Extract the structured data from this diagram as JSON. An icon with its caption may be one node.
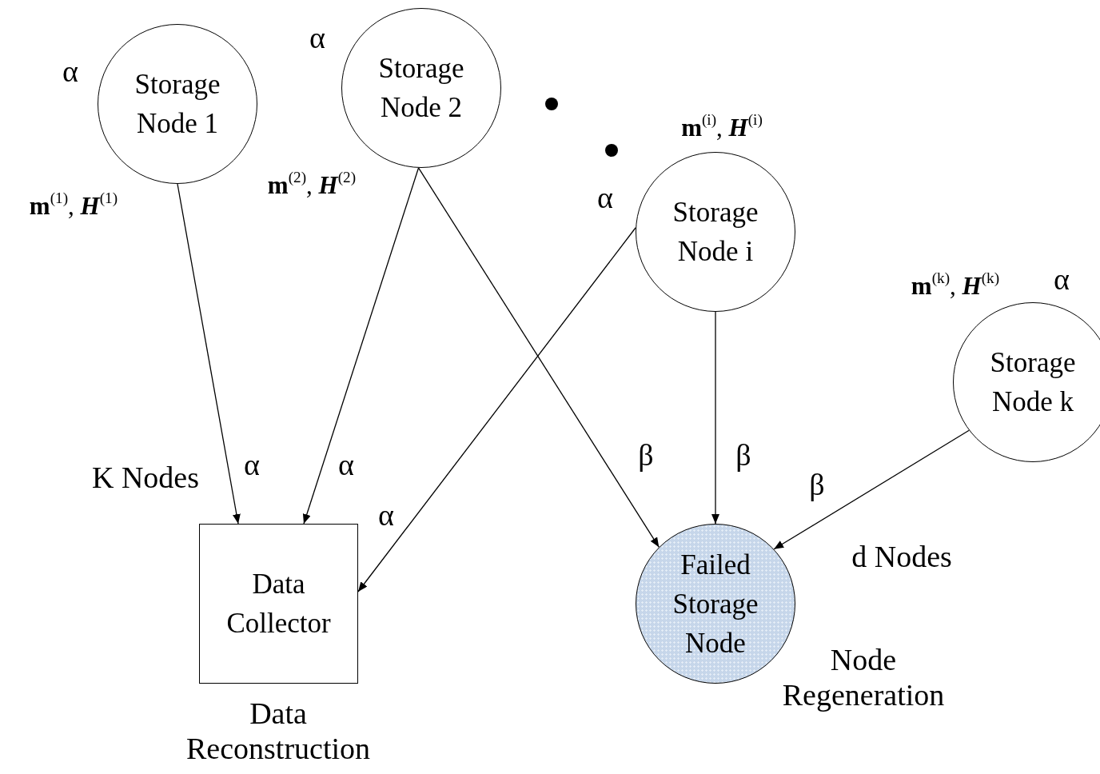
{
  "diagram": {
    "nodes": [
      {
        "text": [
          "Storage Node 1"
        ],
        "beside": [
          "α",
          "**m**$^{(1)}$, *H*$^{(1)}$"
        ]
      },
      {
        "text": [
          "Storage Node 2"
        ],
        "beside": [
          "α",
          "**m**$^{(2)}$, *H*$^{(2)}$"
        ]
      },
      {
        "text": [
          "Storage Node i"
        ],
        "beside": [
          "**m**$^{(i)}$, *H*$^{(i)}$",
          "α"
        ]
      },
      {
        "text": [
          "Storage Node k"
        ],
        "beside": [
          "**m**$^{(k)}$, *H*$^{(k)}$",
          "α"
        ]
      },
      {
        "text": [
          "Data Collector"
        ],
        "beside": [
          "Data Reconstruction"
        ]
      },
      {
        "text": [
          "Failed Storage Node"
        ],
        "beside": [
          "d Nodes",
          "Node Regeneration"
        ]
      }
    ],
    "edges": [
      {
        "from": 0,
        "to": 4,
        "arrow": "to",
        "label": "α"
      },
      {
        "from": 1,
        "to": 4,
        "arrow": "to",
        "label": "α"
      },
      {
        "from": 2,
        "to": 4,
        "arrow": "to",
        "label": "α"
      },
      {
        "from": 1,
        "to": 5,
        "arrow": "to",
        "label": "β"
      },
      {
        "from": 2,
        "to": 5,
        "arrow": "to",
        "label": "β"
      },
      {
        "from": 3,
        "to": 5,
        "arrow": "to",
        "label": "β"
      }
    ],
    "labels": [
      "K Nodes"
    ]
  }
}
